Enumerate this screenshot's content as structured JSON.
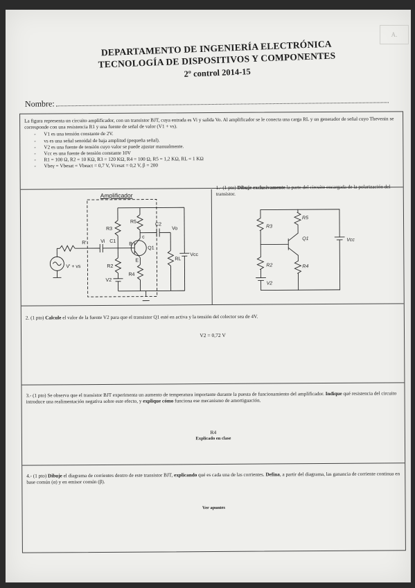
{
  "page_mark": "A.",
  "header": {
    "line1": "DEPARTAMENTO DE INGENIERÍA ELECTRÓNICA",
    "line2": "TECNOLOGÍA DE DISPOSITIVOS Y COMPONENTES",
    "line3": "2º control 2014-15"
  },
  "name_label": "Nombre:",
  "intro": {
    "paragraph": "La figura representa un circuito amplificador, con un transistor BJT, cuya entrada es Vi y salida Vo. Al amplificador se le conecta una carga RL y un generador de señal cuyo Thevenin se corresponde con una resistencia R1 y una fuente de señal de valor (V1 + vs).",
    "items": [
      "V1 es una tensión constante de 2V.",
      "vs es una señal senoidal de baja amplitud (pequeña señal).",
      "V2 es una fuente de tensión cuyo valor se puede ajustar manualmente.",
      "Vcc es una fuente de tensión constante 10V",
      "R1 = 100 Ω, R2 = 10 KΩ, R3 = 120 KΩ, R4 = 100 Ω, R5 = 1,2 KΩ, RL = 1 KΩ",
      "Vbeγ = Vbesat = Vbeact = 0,7 V, Vcesat = 0,2 V, β = 200"
    ]
  },
  "circuit": {
    "title": "Amplificador",
    "labels": {
      "r1": "R'",
      "vi": "Vi",
      "c1": "C1",
      "r3": "R3",
      "r5": "R5",
      "c2": "C2",
      "vo": "Vo",
      "c": "c",
      "b": "B",
      "e": "E",
      "q1": "Q1",
      "r2": "R2",
      "r4": "R4",
      "rl": "RL",
      "vcc": "Vcc",
      "v2": "V2",
      "source": "V' + vs"
    }
  },
  "q1": {
    "number": "1.- (1 pto)",
    "bold": "Dibuje exclusivamente",
    "text": "la parte del circuito encargada de la polarización del transistor.",
    "sketch_labels": {
      "r3": "R3",
      "r5": "R5",
      "r2": "R2",
      "r4": "R4",
      "v2": "V2",
      "q": "Q1",
      "vcc": "Vcc"
    }
  },
  "q2": {
    "number": "2. (1 pto)",
    "bold": "Calcule",
    "text": "el valor de la fuente V2 para que el transistor Q1 esté en activa y la tensión del colector sea de 4V.",
    "answer": "V2 = 0,72 V"
  },
  "q3": {
    "number": "3.- (1 pto)",
    "text1": "Se observa que el transistor BJT experimenta un aumento de temperatura importante durante la puesta de funcionamiento del amplificador.",
    "bold1": "Indique",
    "text2": "qué resistencia del circuito introduce una realimentación negativa sobre este efecto, y",
    "bold2": "explique cómo",
    "text3": "funciona ese mecanismo de amortiguación.",
    "answer1": "R4",
    "answer2": "Explicado en clase"
  },
  "q4": {
    "number": "4.- (1 pto)",
    "bold1": "Dibuje",
    "text1": "el diagrama de corrientes dentro de este transistor BJT,",
    "bold2": "explicando",
    "text2": "qué es cada una de las corrientes.",
    "bold3": "Defina",
    "text3": ", a partir del diagrama, las ganancia de corriente continua en base común (α) y en emisor común (β).",
    "answer": "Ver apuntes"
  }
}
